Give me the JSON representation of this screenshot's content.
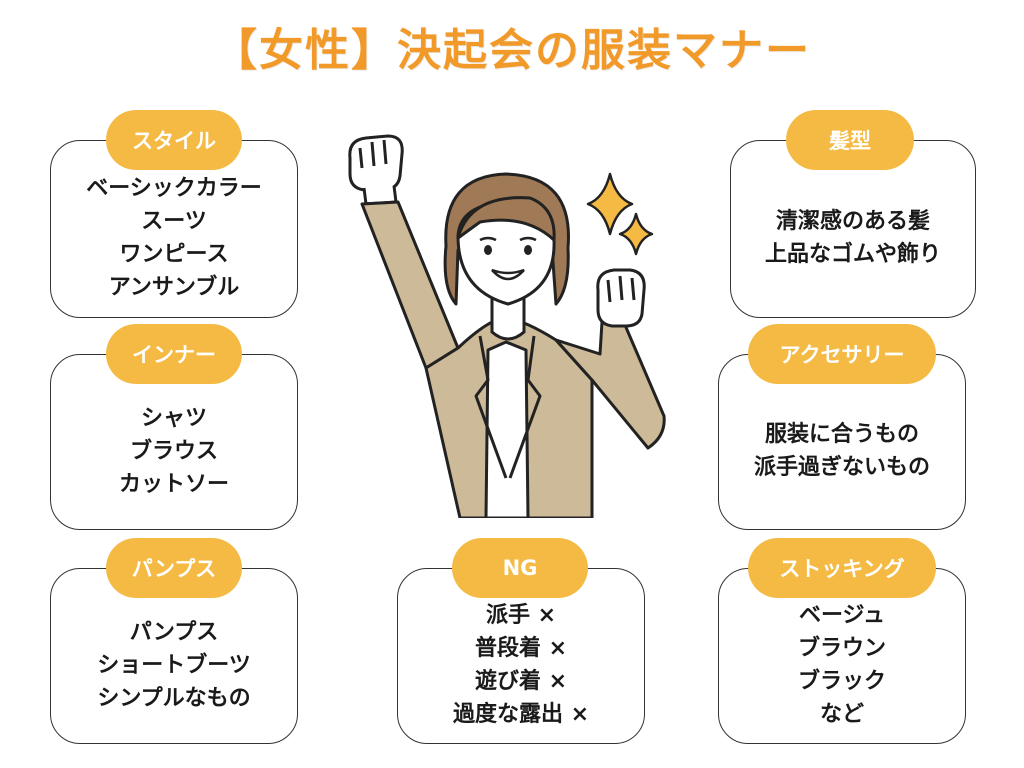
{
  "title": "【女性】決起会の服装マナー",
  "colors": {
    "accent": "#F5BA44",
    "title": "#F19A2A",
    "border": "#333333",
    "suit": "#CDBA98",
    "hair": "#A07A56"
  },
  "cards": [
    {
      "id": "style",
      "label": "スタイル",
      "lines": [
        "ベーシックカラー",
        "スーツ",
        "ワンピース",
        "アンサンブル"
      ]
    },
    {
      "id": "inner",
      "label": "インナー",
      "lines": [
        "シャツ",
        "ブラウス",
        "カットソー"
      ]
    },
    {
      "id": "pumps",
      "label": "パンプス",
      "lines": [
        "パンプス",
        "ショートブーツ",
        "シンプルなもの"
      ]
    },
    {
      "id": "ng",
      "label": "NG",
      "lines": [
        "派手 ×",
        "普段着 ×",
        "遊び着 ×",
        "過度な露出 ×"
      ]
    },
    {
      "id": "hair",
      "label": "髪型",
      "lines": [
        "清潔感のある髪",
        "上品なゴムや飾り"
      ]
    },
    {
      "id": "accessory",
      "label": "アクセサリー",
      "lines": [
        "服装に合うもの",
        "派手過ぎないもの"
      ]
    },
    {
      "id": "stocking",
      "label": "ストッキング",
      "lines": [
        "ベージュ",
        "ブラウン",
        "ブラック",
        "など"
      ]
    }
  ]
}
